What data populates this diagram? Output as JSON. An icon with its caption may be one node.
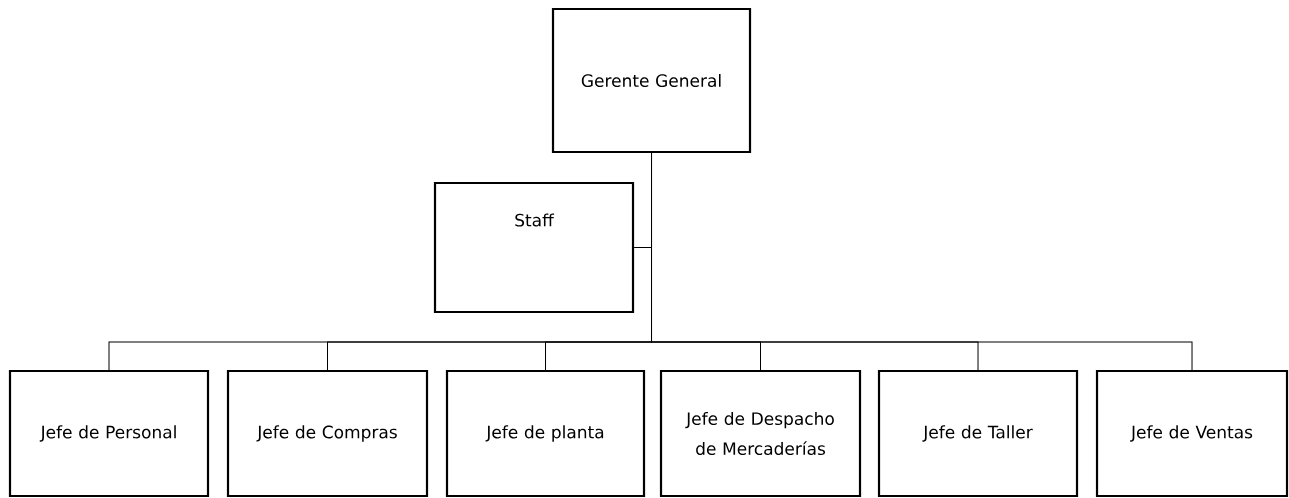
{
  "diagram": {
    "nodes": [
      {
        "text": [
          "Gerente General"
        ]
      },
      {
        "text": [
          "Staff"
        ]
      },
      {
        "text": [
          "Jefe de Personal"
        ]
      },
      {
        "text": [
          "Jefe de Compras"
        ]
      },
      {
        "text": [
          "Jefe de planta"
        ]
      },
      {
        "text": [
          "Jefe de Despacho de Mercaderías"
        ]
      },
      {
        "text": [
          "Jefe de Taller"
        ]
      },
      {
        "text": [
          "Jefe de Ventas"
        ]
      }
    ],
    "edges": [
      {
        "from": 0,
        "to": 1,
        "arrow": "none"
      },
      {
        "from": 0,
        "to": 2,
        "arrow": "none"
      },
      {
        "from": 0,
        "to": 3,
        "arrow": "none"
      },
      {
        "from": 0,
        "to": 4,
        "arrow": "none"
      },
      {
        "from": 0,
        "to": 5,
        "arrow": "none"
      },
      {
        "from": 0,
        "to": 6,
        "arrow": "none"
      },
      {
        "from": 0,
        "to": 7,
        "arrow": "none"
      }
    ]
  }
}
